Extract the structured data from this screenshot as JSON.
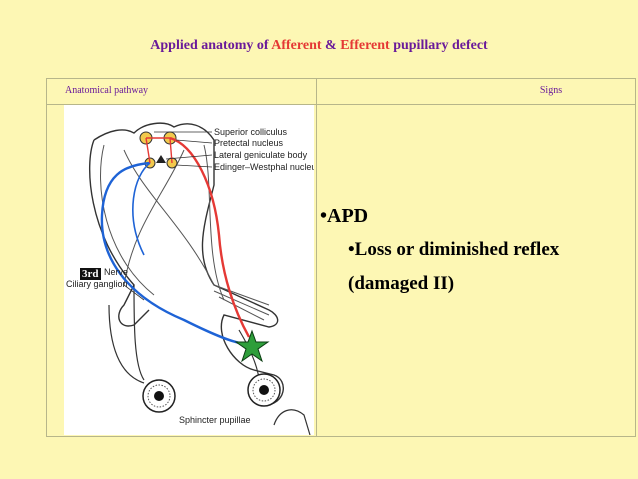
{
  "title": {
    "part1": "Applied anatomy of",
    "afferent": "Afferent",
    "amp": "&",
    "efferent": "Efferent",
    "part2": "pupillary defect"
  },
  "table": {
    "col1_header": "Anatomical pathway",
    "col2_header": "Signs"
  },
  "diagram": {
    "labels": {
      "superior_colliculus": "Superior colliculus",
      "pretectal_nucleus": "Pretectal nucleus",
      "lgb": "Lateral geniculate body",
      "ew": "Edinger–Westphal nucleus",
      "nerve": "Nerve",
      "third": "3rd",
      "ciliary": "Ciliary ganglion",
      "sphincter": "Sphincter pupillae"
    },
    "colors": {
      "afferent": "#e53935",
      "efferent": "#1e63d6",
      "marker": "#2e9e3a"
    }
  },
  "signs": {
    "line1": "•APD",
    "line2": "•Loss or diminished reflex",
    "line3": "(damaged II)"
  }
}
